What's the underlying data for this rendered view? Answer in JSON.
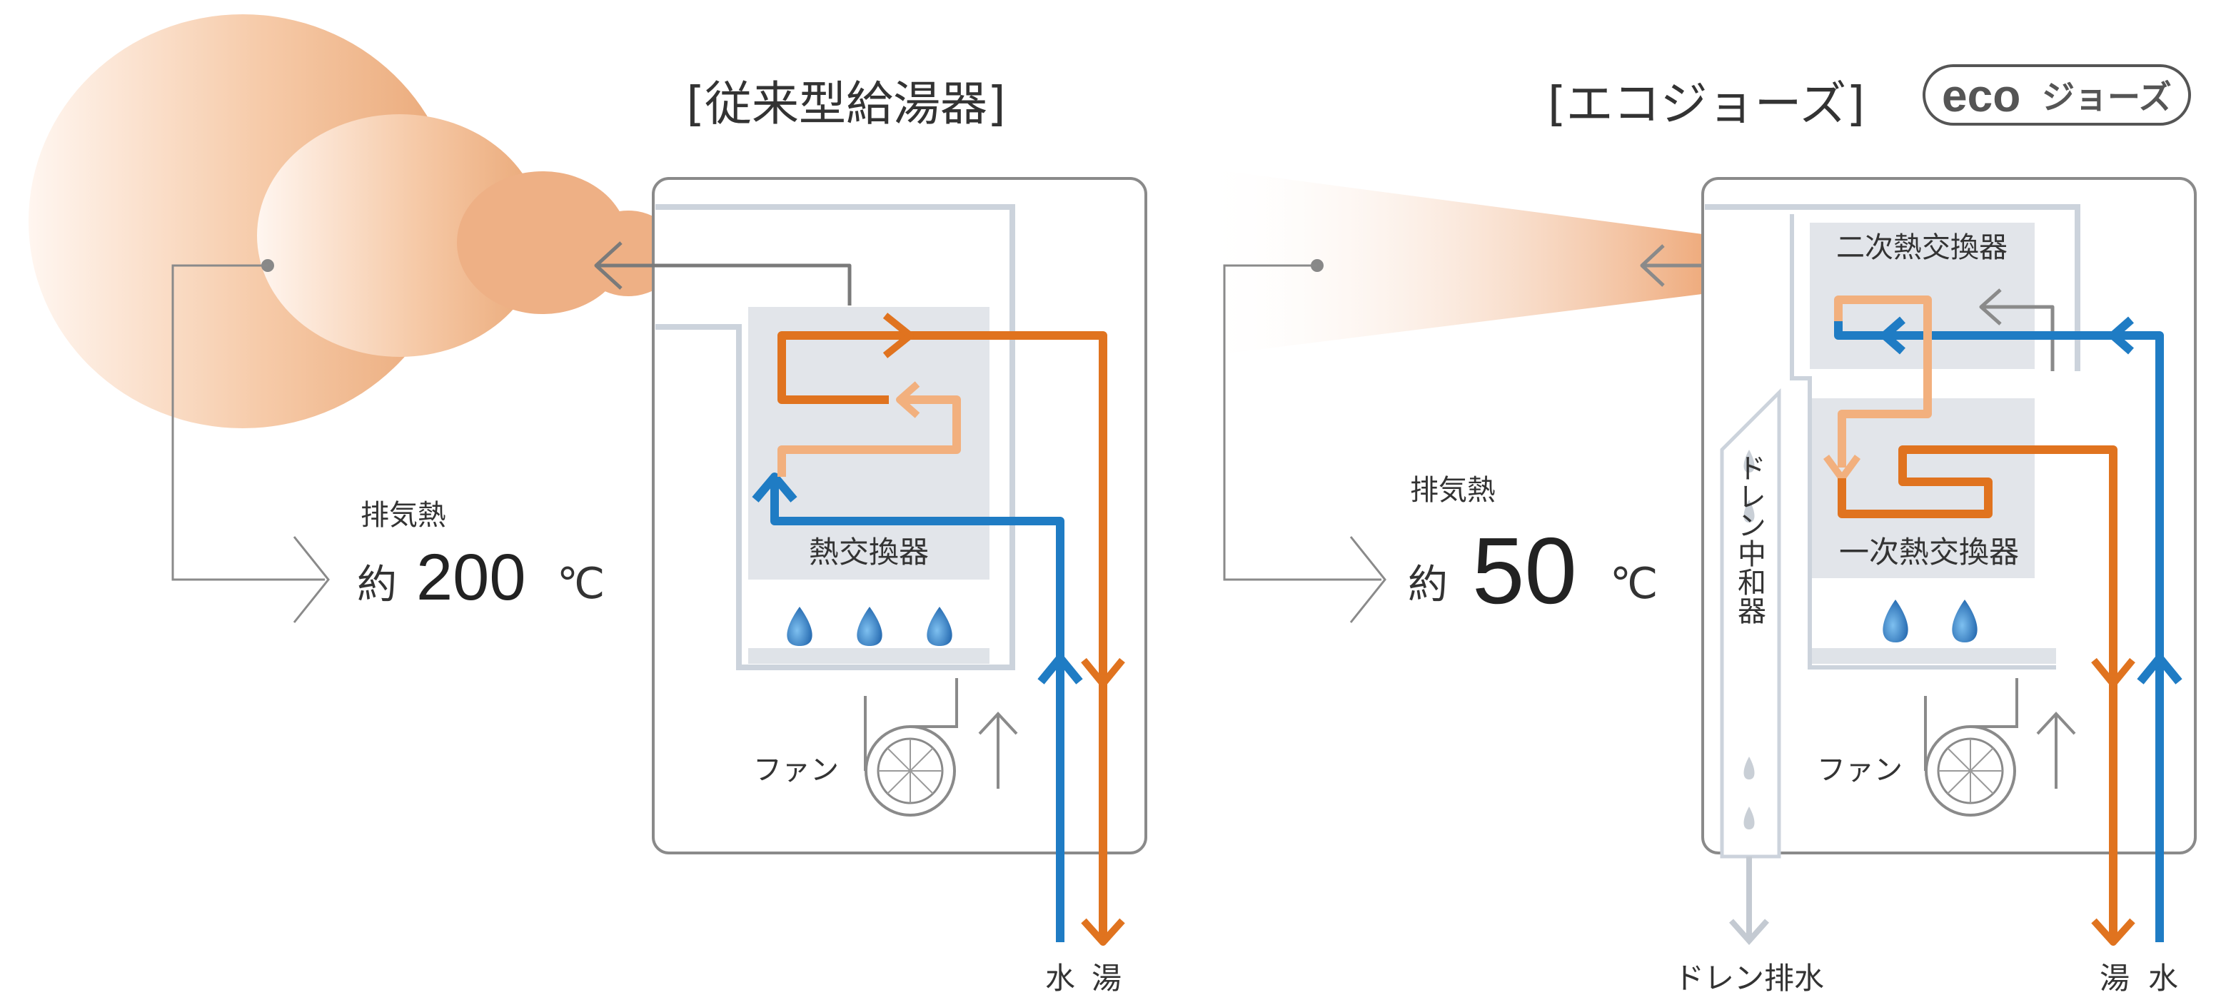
{
  "conventional": {
    "title": "[従来型給湯器]",
    "heat_exchanger_label": "熱交換器",
    "fan_label": "ファン",
    "exhaust_label": "排気熱",
    "approx_label": "約",
    "temp_value": "200",
    "temp_unit": "℃",
    "water_label": "水",
    "hot_label": "湯"
  },
  "ecojozu": {
    "title": "[エコジョーズ]",
    "logo_text": "ecoジョーズ",
    "secondary_hx_label": "二次熱交換器",
    "primary_hx_label": "一次熱交換器",
    "drain_neutralizer_label": "ドレン中和器",
    "fan_label": "ファン",
    "exhaust_label": "排気熱",
    "approx_label": "約",
    "temp_value": "50",
    "temp_unit": "℃",
    "drain_label": "ドレン排水",
    "hot_label": "湯",
    "water_label": "水"
  },
  "colors": {
    "hot": "#e0731f",
    "hot_light": "#f2b07e",
    "cold": "#1f7cc4",
    "outline": "#8a8a8a",
    "panel": "#e2e5ea",
    "exhaust": "#f0b58a"
  }
}
